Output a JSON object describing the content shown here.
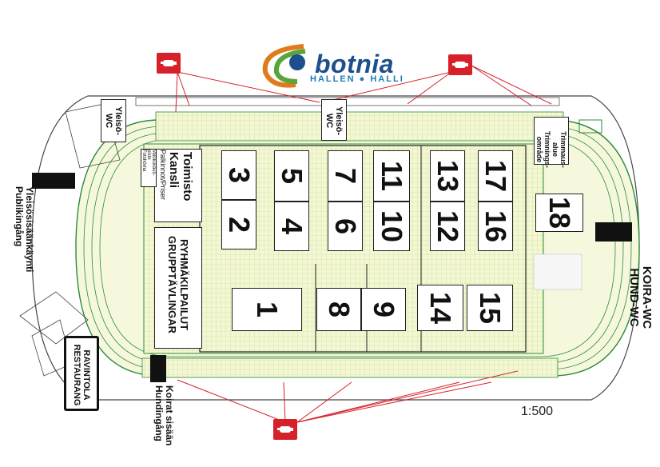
{
  "logo": {
    "brand": "botnia",
    "subtitle": "HALLEN ● HALLI",
    "colors": {
      "blue": "#1c4f8d",
      "green": "#5aa53a",
      "orange": "#e07b1c"
    }
  },
  "labels": {
    "yleiso_wc_left": "Yleisö-\nWC",
    "yleiso_wc_mid": "Yleisö-\nWC",
    "trimmaus": "Trimmaus-\nalue\nTrimnings-\nområde",
    "toimisto_title": "Toimisto\nKansli",
    "toimisto_sub": "Palkinnot/Priser",
    "valokuvaus": "Valokuvaus-\npiste\nFotohörna",
    "ryhmakilpailut": "RYHMÄKILPAILUT\nGRUPPTÄVLINGAR",
    "yleisosisaankaynti": "Yleisösisäänkäynti\nPublikingång",
    "koira_wc": "KOIRA-WC\nHUND-WC",
    "ravintola": "RAVINTOLA\nRESTAURANG",
    "koirat_sisaan": "Koirat sisään\nHundingång",
    "scale": "1:500"
  },
  "rings": [
    "1",
    "2",
    "3",
    "4",
    "5",
    "6",
    "7",
    "8",
    "9",
    "10",
    "11",
    "12",
    "13",
    "14",
    "15",
    "16",
    "17",
    "18"
  ],
  "icons": {
    "extinguisher": "fire-extinguisher-icon"
  }
}
